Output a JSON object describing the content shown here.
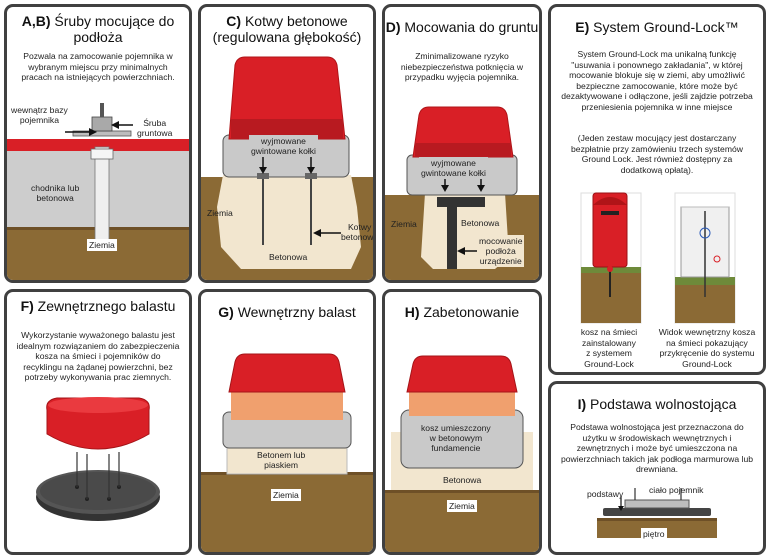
{
  "colors": {
    "border": "#404040",
    "red": "#d91f26",
    "soil": "#8b6a35",
    "concrete": "#f2e6cf",
    "steel": "#c9c9c9",
    "foam": "#f0a06e"
  },
  "panelA": {
    "title_bold": "A,B)",
    "title_rest": " Śruby mocujące do podłoża",
    "body": "Pozwala na zamocowanie pojemnika w wybranym miejscu przy minimalnych pracach  na istniejących powierzchniach.",
    "label_inside": "wewnątrz bazy\npojemnika",
    "label_bolt": "Śruba\ngruntowa",
    "label_pavement": "chodnika lub\nbetonowa",
    "label_ground": "Ziemia"
  },
  "panelC": {
    "title_bold": "C)",
    "title_rest": " Kotwy betonowe",
    "title_line2": "(regulowana głębokość)",
    "label_studs": "wyjmowane\ngwintowane kołki",
    "label_ground": "Ziemia",
    "label_anchors": "Kotwy\nbetonowe",
    "label_concrete": "Betonowa"
  },
  "panelD": {
    "title_bold": "D)",
    "title_rest": " Mocowania do gruntu",
    "body": "Zminimalizowane ryzyko niebezpieczeństwa potknięcia w przypadku wyjęcia pojemnika.",
    "label_studs": "wyjmowane\ngwintowane kołki",
    "label_ground": "Ziemia",
    "label_concrete": "Betonowa",
    "label_mount": "mocowanie\npodłoża\nurządzenie"
  },
  "panelE": {
    "title_bold": "E)",
    "title_rest": " System Ground-Lock™",
    "body1": "System Ground-Lock ma unikalną funkcję \"usuwania i ponownego zakładania\", w której mocowanie blokuje się w ziemi, aby umożliwić bezpieczne zamocowanie, które może być dezaktywowane i odłączone, jeśli zajdzie potrzeba przeniesienia pojemnika w inne miejsce",
    "body2": "(Jeden zestaw mocujący jest dostarczany bezpłatnie przy zamówieniu trzech systemów Ground Lock. Jest również dostępny za dodatkową opłatą).",
    "caption_left": "kosz na śmieci\nzainstalowany\nz systemem\nGround-Lock",
    "caption_right": "Widok wewnętrzny kosza\nna śmieci pokazujący\nprzykręcenie do systemu\nGround-Lock"
  },
  "panelF": {
    "title_bold": "F)",
    "title_rest": " Zewnętrznego balastu",
    "body": "Wykorzystanie wyważonego balastu jest idealnym rozwiązaniem do zabezpieczenia kosza na śmieci i pojemników do recyklingu na żądanej powierzchni, bez potrzeby wykonywania prac ziemnych."
  },
  "panelG": {
    "title_bold": "G)",
    "title_rest": " Wewnętrzny balast",
    "label_concrete": "Betonem lub\npiaskiem",
    "label_ground": "Ziemia"
  },
  "panelH": {
    "title_bold": "H)",
    "title_rest": " Zabetonowanie",
    "label_bin": "kosz umieszczony\nw betonowym\nfundamencie",
    "label_concrete": "Betonowa",
    "label_ground": "Ziemia"
  },
  "panelI": {
    "title_bold": "I)",
    "title_rest": " Podstawa wolnostojąca",
    "body": "Podstawa wolnostojąca jest przeznaczona do użytku w środowiskach wewnętrznych i zewnętrznych i może być umieszczona na powierzchniach takich jak podłoga marmurowa lub drewniana.",
    "label_feet": "podstawy",
    "label_body": "ciało pojemnik",
    "label_floor": "piętro"
  }
}
